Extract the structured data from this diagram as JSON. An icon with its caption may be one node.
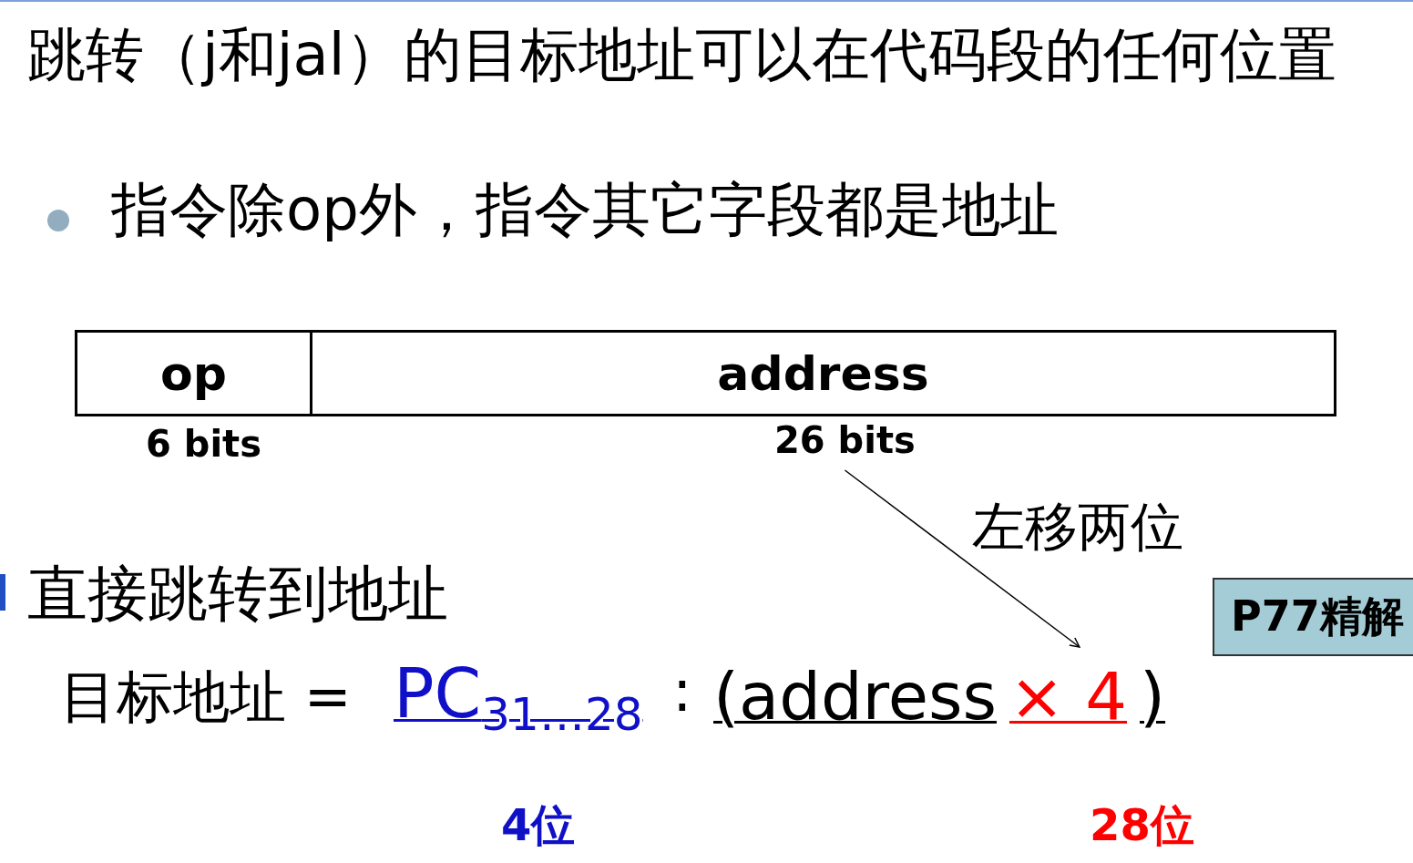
{
  "diagram": {
    "title": "跳转（j和jal）的目标地址可以在代码段的任何位置",
    "nodes": [
      {
        "text": [
          "op"
        ],
        "beside": [
          "6 bits"
        ]
      },
      {
        "text": [
          "address"
        ]
      },
      {
        "text": [
          "26 bits"
        ]
      },
      {
        "text": [
          "PC$_{31…28}$"
        ],
        "beside": [
          "4位"
        ]
      },
      {
        "text": [
          "(address",
          "× 4",
          ")"
        ],
        "beside": [
          "28位"
        ]
      },
      {
        "text": [
          "P77精解"
        ]
      }
    ],
    "edges": [
      {
        "from": 2,
        "to": 4,
        "arrow": "to",
        "label": "左移两位"
      }
    ],
    "labels": [
      "指令除op外，指令其它字段都是地址",
      "直接跳转到地址",
      "目标地址 =",
      ":"
    ]
  }
}
